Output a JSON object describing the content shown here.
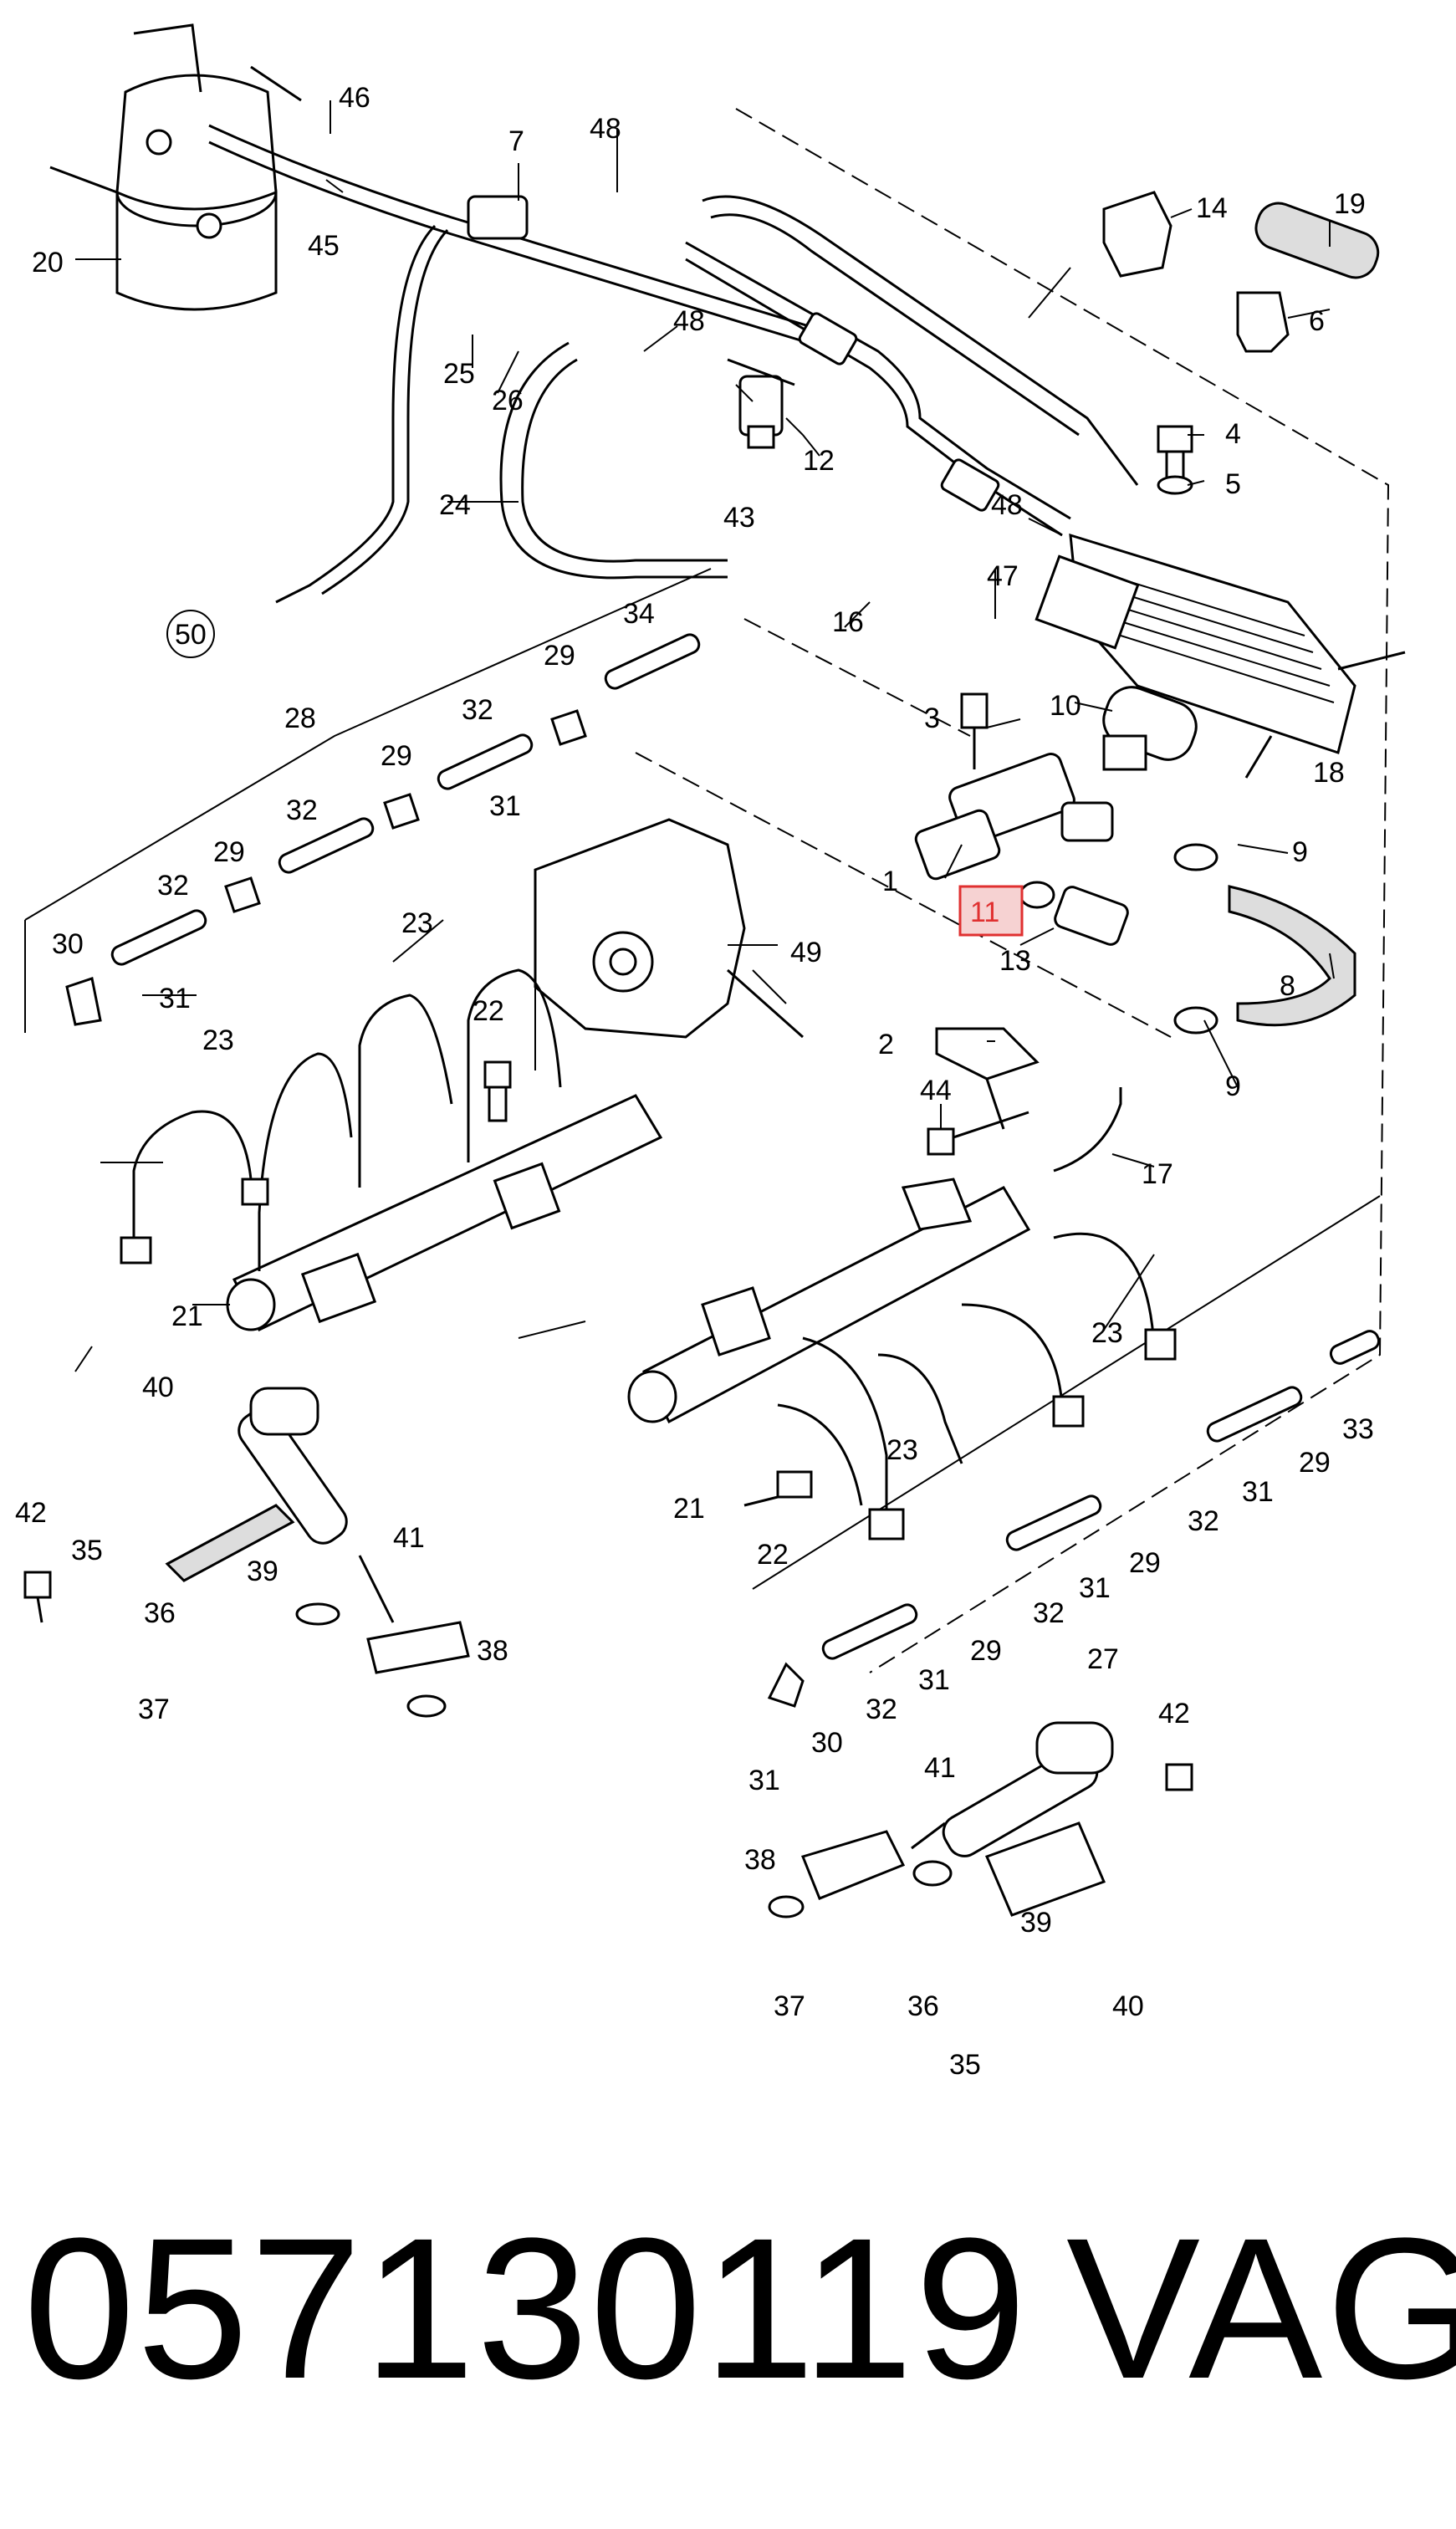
{
  "diagram": {
    "callouts": [
      "1",
      "2",
      "3",
      "4",
      "5",
      "6",
      "7",
      "8",
      "9",
      "10",
      "11",
      "12",
      "13",
      "14",
      "16",
      "17",
      "18",
      "19",
      "20",
      "21",
      "22",
      "23",
      "24",
      "25",
      "26",
      "27",
      "28",
      "29",
      "30",
      "31",
      "32",
      "33",
      "34",
      "35",
      "36",
      "37",
      "38",
      "39",
      "40",
      "41",
      "42",
      "43",
      "44",
      "45",
      "46",
      "47",
      "48",
      "49",
      "50"
    ],
    "highlighted_callout": "11"
  },
  "footer": {
    "part_number": "057130119",
    "brand": "VAG"
  },
  "colors": {
    "highlight": "#e03030",
    "highlight_fill": "#f6d2d2"
  }
}
